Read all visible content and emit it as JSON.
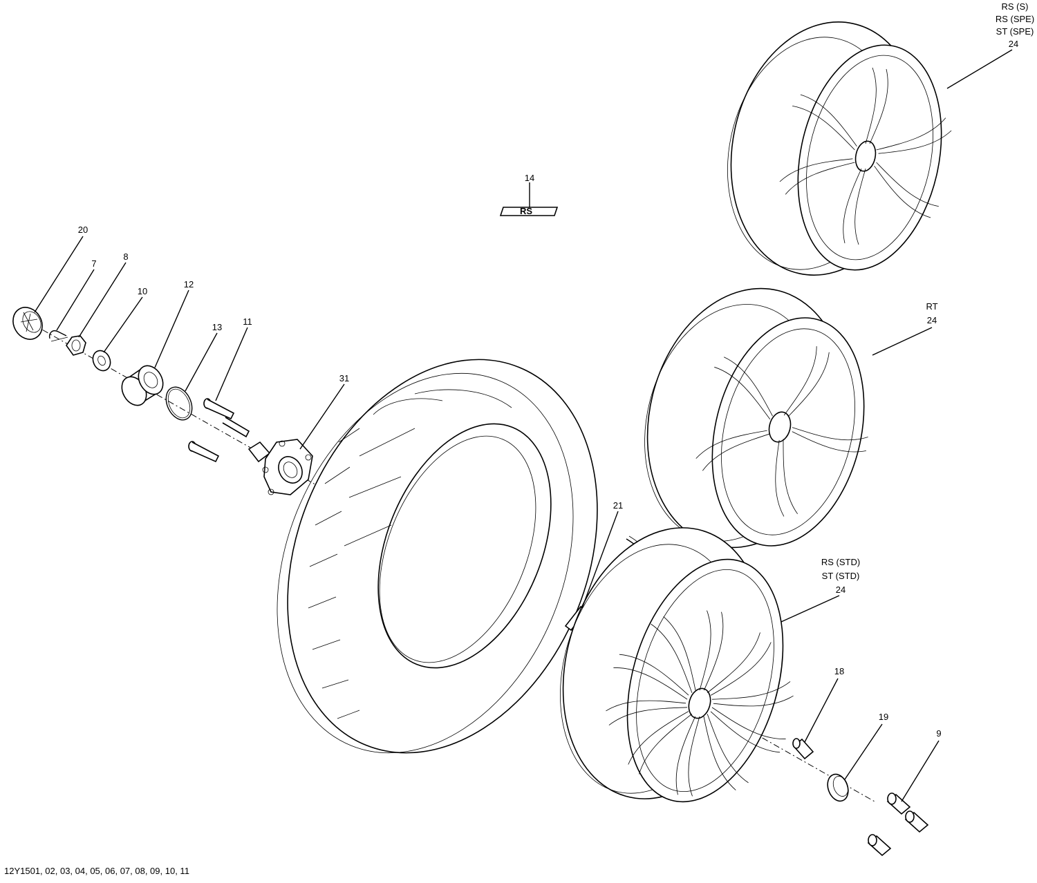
{
  "figure_code": "12Y1501, 02, 03, 04, 05, 06, 07, 08, 09, 10, 11",
  "decal_text": "RS",
  "callouts": {
    "p20": "20",
    "p7": "7",
    "p8": "8",
    "p10": "10",
    "p12": "12",
    "p13": "13",
    "p11": "11",
    "p31": "31",
    "p14": "14",
    "p21": "21",
    "p18": "18",
    "p19": "19",
    "p9": "9",
    "wheel_top": {
      "line1": "RS (S)",
      "line2": "RS (SPE)",
      "line3": "ST (SPE)",
      "number": "24"
    },
    "wheel_mid": {
      "line1": "RT",
      "number": "24"
    },
    "wheel_bottom": {
      "line1": "RS (STD)",
      "line2": "ST (STD)",
      "number": "24"
    }
  }
}
